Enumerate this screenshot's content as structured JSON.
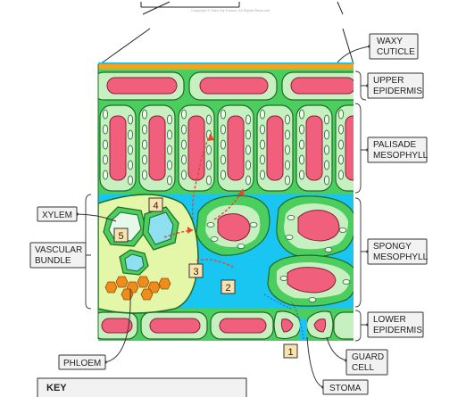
{
  "copyright": "Copyright © Save My Exams. All Rights Reserved",
  "labels": {
    "waxy_cuticle": [
      "WAXY",
      "CUTICLE"
    ],
    "upper_epidermis": [
      "UPPER",
      "EPIDERMIS"
    ],
    "palisade_mesophyll": [
      "PALISADE",
      "MESOPHYLL"
    ],
    "spongy_mesophyll": [
      "SPONGY",
      "MESOPHYLL"
    ],
    "lower_epidermis": [
      "LOWER",
      "EPIDERMIS"
    ],
    "guard_cell": [
      "GUARD",
      "CELL"
    ],
    "stoma": "STOMA",
    "xylem": "XYLEM",
    "vascular_bundle": [
      "VASCULAR",
      "BUNDLE"
    ],
    "phloem": "PHLOEM"
  },
  "numbers": [
    "1",
    "2",
    "3",
    "4",
    "5"
  ],
  "key_title": "KEY",
  "colors": {
    "cell_green": "#4cce5e",
    "inner_green": "#c6f0c0",
    "chloroplast": "#eef6ee",
    "vacuole_pink": "#f0607c",
    "air_space_blue": "#19c6f2",
    "cuticle_orange": "#f5a21e",
    "bundle_yellow": "#e4f7a8",
    "phloem_orange": "#f08c1a",
    "arrow_red": "#e2482a",
    "number_box": "#fbe3b0"
  }
}
